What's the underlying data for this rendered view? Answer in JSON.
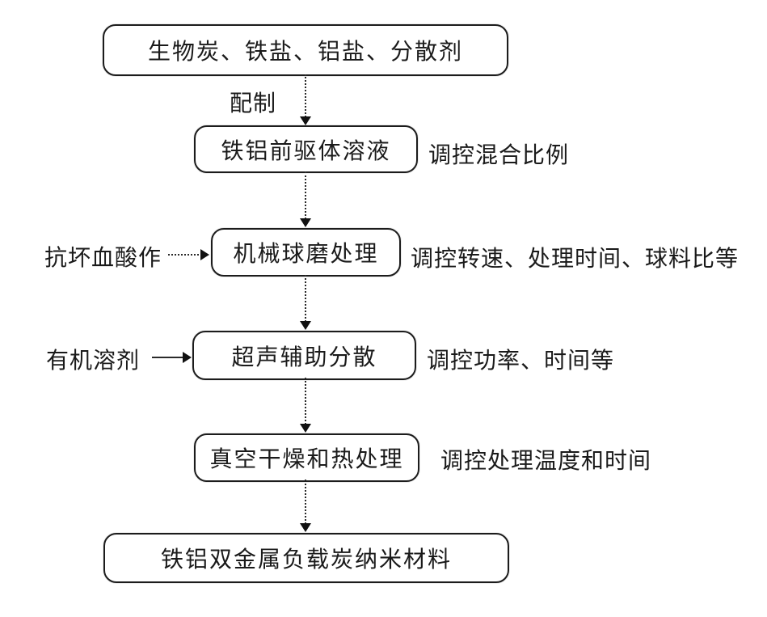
{
  "flowchart": {
    "type": "process-flow-diagram",
    "language": "zh-CN",
    "boxes": [
      "生物炭、铁盐、铝盐、分散剂",
      "铁铝前驱体溶液",
      "机械球磨处理",
      "超声辅助分散",
      "真空干燥和热处理",
      "铁铝双金属负载炭纳米材料"
    ],
    "arrow_label": "配制",
    "left_inputs": [
      "抗坏血酸作",
      "有机溶剂"
    ],
    "right_notes": [
      "调控混合比例",
      "调控转速、处理时间、球料比等",
      "调控功率、时间等",
      "调控处理温度和时间"
    ],
    "colors": {
      "background": "#ffffff",
      "line": "#1c1c1c",
      "text": "#1a1a1a"
    }
  }
}
